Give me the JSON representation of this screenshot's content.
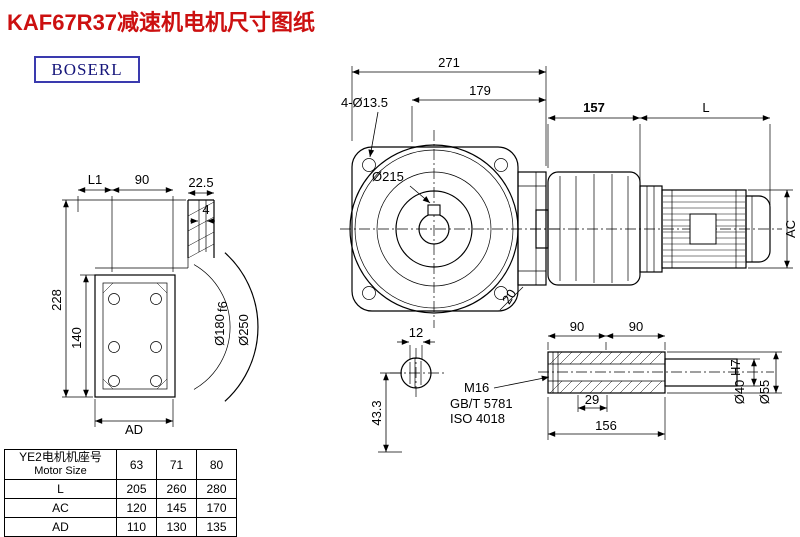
{
  "page": {
    "title": "KAF67R37减速机电机尺寸图纸",
    "logo": "BOSERL"
  },
  "dims": {
    "overall_width": "271",
    "flange_to_end": "179",
    "bolt_holes": "4-Ø13.5",
    "flange_dia": "Ø215",
    "angle_20": "20",
    "adapter_len": "157",
    "motor_len_sym": "L",
    "ac_sym": "AC",
    "l1": "L1",
    "top_90": "90",
    "top_22_5": "22.5",
    "key_4": "4",
    "height_228": "228",
    "height_140": "140",
    "ad_sym": "AD",
    "hub_dia": "Ø180",
    "hub_tol": "f6",
    "flange_od": "Ø250",
    "shaft_key_12": "12",
    "center_height": "43.3",
    "shaft_90a": "90",
    "shaft_90b": "90",
    "thread": "M16",
    "std_gbt": "GB/T 5781",
    "std_iso": "ISO 4018",
    "len_29": "29",
    "len_156": "156",
    "bore_dia": "Ø40",
    "bore_tol": "H7",
    "shaft_od": "Ø55"
  },
  "table": {
    "header_cn": "YE2电机机座号",
    "header_en": "Motor Size",
    "sizes": [
      "63",
      "71",
      "80"
    ],
    "rows": [
      {
        "label": "L",
        "values": [
          "205",
          "260",
          "280"
        ]
      },
      {
        "label": "AC",
        "values": [
          "120",
          "145",
          "170"
        ]
      },
      {
        "label": "AD",
        "values": [
          "110",
          "130",
          "135"
        ]
      }
    ]
  }
}
